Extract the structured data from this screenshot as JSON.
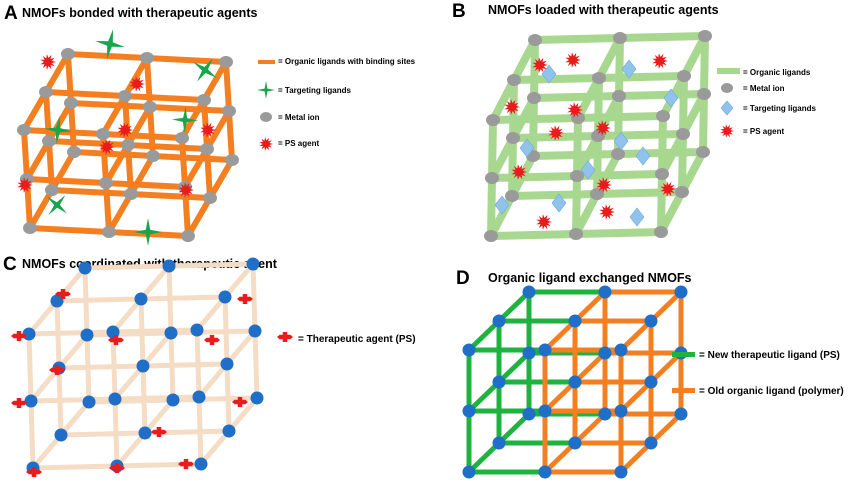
{
  "panels": {
    "a": {
      "letter": "A",
      "title": "NMOFs bonded with therapeutic agents",
      "legend": [
        {
          "icon": "orange-bar-icon",
          "label": "= Organic ligands with binding sites"
        },
        {
          "icon": "green-star-icon",
          "label": "= Targeting ligands"
        },
        {
          "icon": "gray-ellipse-icon",
          "label": "= Metal ion"
        },
        {
          "icon": "red-starburst-icon",
          "label": "= PS agent"
        }
      ]
    },
    "b": {
      "letter": "B",
      "title": "NMOFs loaded with therapeutic agents",
      "legend": [
        {
          "icon": "green-bar-icon",
          "label": "= Organic ligands"
        },
        {
          "icon": "gray-ellipse-icon",
          "label": "= Metal ion"
        },
        {
          "icon": "blue-diamond-icon",
          "label": "= Targeting ligands"
        },
        {
          "icon": "red-starburst-icon",
          "label": "= PS agent"
        }
      ]
    },
    "c": {
      "letter": "C",
      "title": "NMOFs coordinated with therapeutic agent",
      "legend": [
        {
          "icon": "red-cross-icon",
          "label": "= Therapeutic agent (PS)"
        }
      ]
    },
    "d": {
      "letter": "D",
      "title": "Organic ligand exchanged NMOFs",
      "legend": [
        {
          "icon": "green-bar-icon",
          "label": "= New therapeutic ligand (PS)"
        },
        {
          "icon": "orange-bar-icon",
          "label": "= Old organic ligand (polymer)"
        }
      ]
    }
  },
  "colors": {
    "orange": "#f47f20",
    "green_light": "#a8d890",
    "green_dark": "#1eb33e",
    "green_star": "#17a64a",
    "gray_node": "#9a9a9a",
    "red": "#e81c1c",
    "blue_node": "#1f6fc9",
    "blue_diamond": "#8fc3ec",
    "beige": "#f5dcc4"
  }
}
